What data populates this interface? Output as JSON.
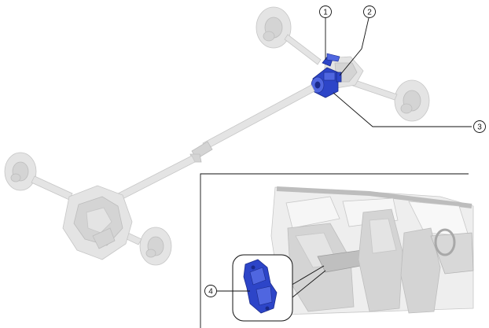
{
  "callouts": [
    {
      "id": "c1",
      "label": "1",
      "target": "upper-bracket"
    },
    {
      "id": "c2",
      "label": "2",
      "target": "side-mount"
    },
    {
      "id": "c3",
      "label": "3",
      "target": "coupling-unit"
    },
    {
      "id": "c4",
      "label": "4",
      "target": "control-module"
    }
  ],
  "colors": {
    "highlight_part": "#2d45c8",
    "ghost_part": "#e4e4e4",
    "line": "#111111"
  }
}
